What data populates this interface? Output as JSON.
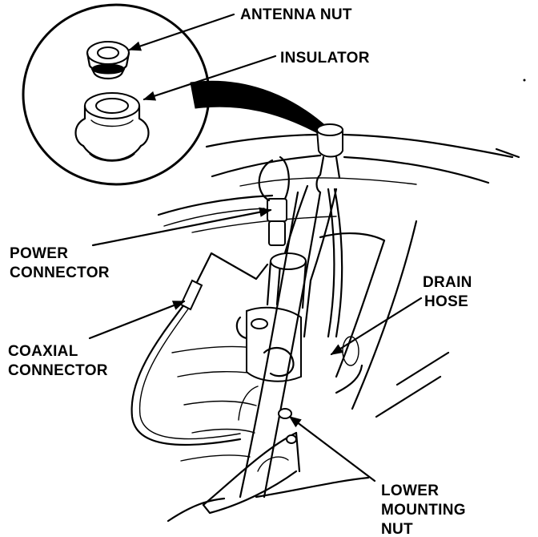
{
  "labels": {
    "antenna_nut": "ANTENNA NUT",
    "insulator": "INSULATOR",
    "power_connector": [
      "POWER",
      "CONNECTOR"
    ],
    "coaxial_connector": [
      "COAXIAL",
      "CONNECTOR"
    ],
    "drain_hose": [
      "DRAIN",
      "HOSE"
    ],
    "lower_mounting_nut": [
      "LOWER",
      "MOUNTING",
      "NUT"
    ]
  },
  "colors": {
    "ink": "#000000",
    "paper": "#ffffff"
  }
}
